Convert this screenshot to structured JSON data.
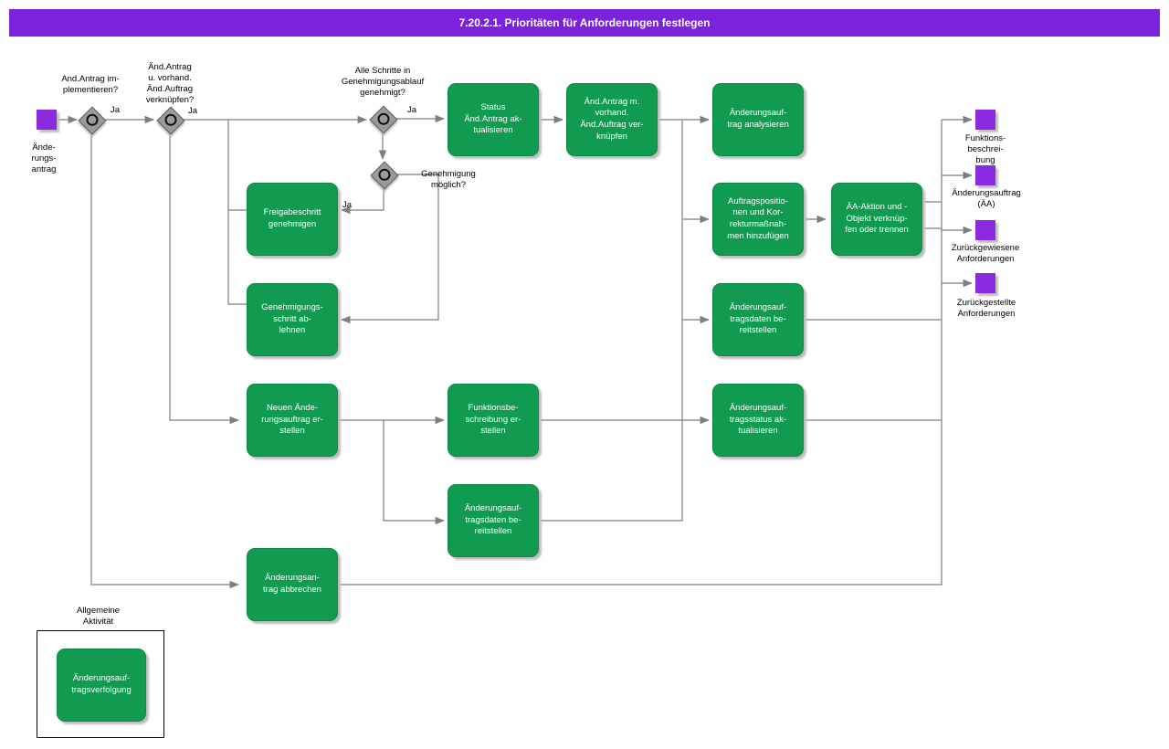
{
  "header": {
    "title": "7.20.2.1. Prioritäten für Anforderungen festlegen"
  },
  "colors": {
    "header_bg": "#7b22dd",
    "activity_green": "#109b50",
    "event_purple": "#8a2be2",
    "connector_gray": "#7e7e7e"
  },
  "start_event": {
    "label": "Ände-\nrungs-\nantrag"
  },
  "decisions": [
    {
      "question": "And.Antrag  im-\nplementieren?",
      "branch_label": "Ja"
    },
    {
      "question": "Änd.Antrag\nu. vorhand.\nÄnd.Auftrag\nverknüpfen?",
      "branch_label": "Ja"
    },
    {
      "question": "Alle  Schritte  in\nGenehmigungsablauf\ngenehmigt?",
      "branch_label": "Ja"
    },
    {
      "question": "Genehmigung\nmöglich?",
      "branch_label": "Ja"
    }
  ],
  "activities": [
    {
      "label": "Status\nÄnd.Antrag ak-\ntualisieren"
    },
    {
      "label": "Änd.Antrag m.\nvorhand.\nÄnd.Auftrag ver-\nknüpfen"
    },
    {
      "label": "Änderungsauf-\ntrag analysieren"
    },
    {
      "label": "Freigabeschritt\ngenehmigen"
    },
    {
      "label": "Auftragspositio-\nnen und Kor-\nrekturmaßnah-\nmen hinzufügen"
    },
    {
      "label": "ÄA-Aktion und -\nObjekt verknüp-\nfen oder trennen"
    },
    {
      "label": "Genehmigungs-\nschritt ab-\nlehnen"
    },
    {
      "label": "Änderungsauf-\ntragsdaten be-\nreitstellen"
    },
    {
      "label": "Neuen Ände-\nrungsauftrag er-\nstellen"
    },
    {
      "label": "Funktionsbe-\nschreibung er-\nstellen"
    },
    {
      "label": "Änderungsauf-\ntragsstatus ak-\ntualisieren"
    },
    {
      "label": "Änderungsauf-\ntragsdaten be-\nreitstellen"
    },
    {
      "label": "Änderungsan-\ntrag abbrechen"
    }
  ],
  "outputs": [
    {
      "label": "Funktions-\nbeschrei-\nbung"
    },
    {
      "label": "Änderungsauftrag\n(ÄA)"
    },
    {
      "label": "Zurückgewiesene\nAnforderungen"
    },
    {
      "label": "Zurückgestellte\nAnforderungen"
    }
  ],
  "legend": {
    "title": "Allgemeine\nAktivität",
    "activity": "Änderungsauf-\ntragsverfolgung"
  }
}
